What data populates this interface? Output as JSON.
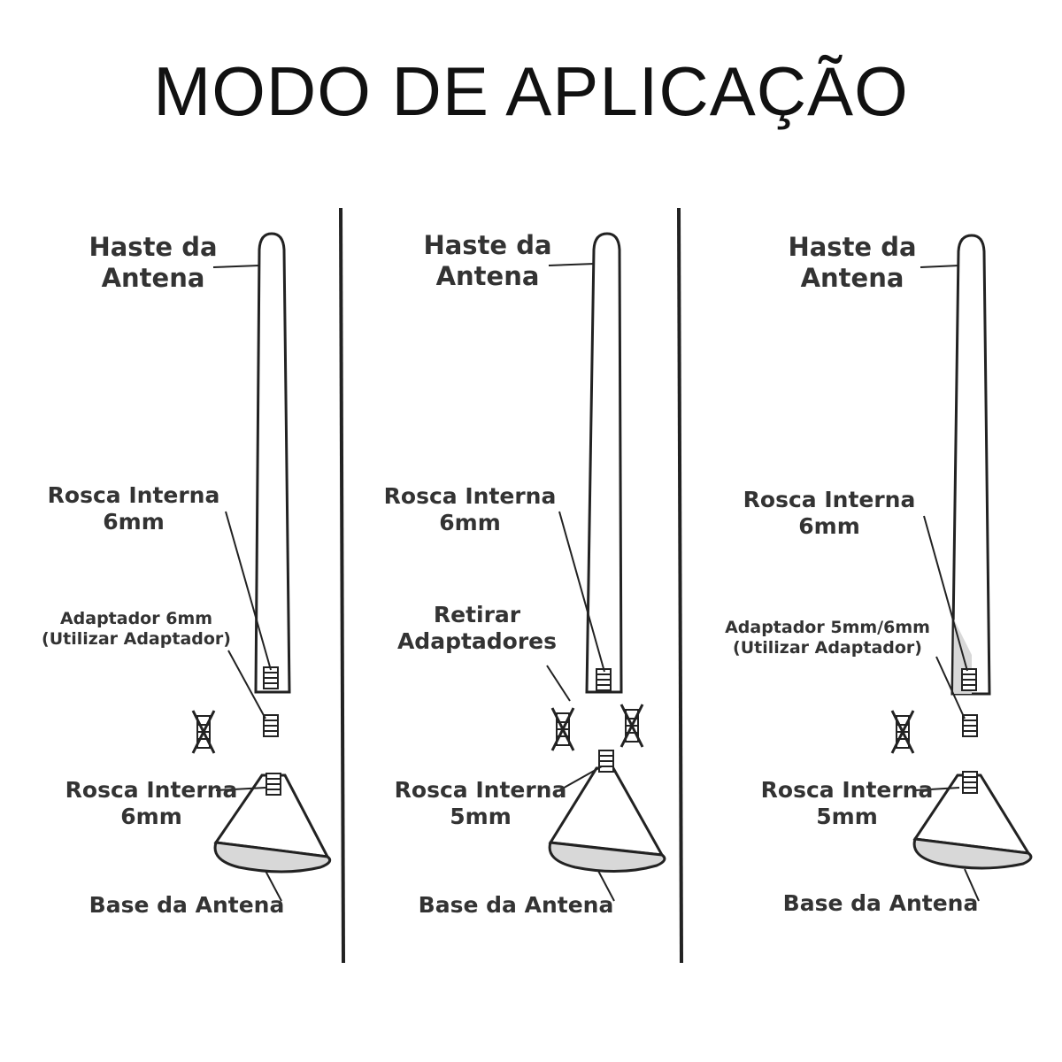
{
  "title": "MODO DE APLICAÇÃO",
  "panels": [
    {
      "rod_label": [
        "Haste da",
        "Antena"
      ],
      "rod_thread_label": [
        "Rosca Interna",
        "6mm"
      ],
      "adapter_label": [
        "Adaptador  6mm",
        "(Utilizar Adaptador)"
      ],
      "base_thread_label": [
        "Rosca Interna",
        "6mm"
      ],
      "base_label": "Base da Antena"
    },
    {
      "rod_label": [
        "Haste da",
        "Antena"
      ],
      "rod_thread_label": [
        "Rosca Interna",
        "6mm"
      ],
      "adapter_label": [
        "Retirar",
        "Adaptadores"
      ],
      "base_thread_label": [
        "Rosca Interna",
        "5mm"
      ],
      "base_label": "Base da Antena"
    },
    {
      "rod_label": [
        "Haste da",
        "Antena"
      ],
      "rod_thread_label": [
        "Rosca Interna",
        "6mm"
      ],
      "adapter_label": [
        "Adaptador 5mm/6mm",
        "(Utilizar Adaptador)"
      ],
      "base_thread_label": [
        "Rosca Interna",
        "5mm"
      ],
      "base_label": "Base da Antena"
    }
  ],
  "colors": {
    "line": "#222222",
    "text": "#333333",
    "base_rim": "#d8d8d8"
  }
}
